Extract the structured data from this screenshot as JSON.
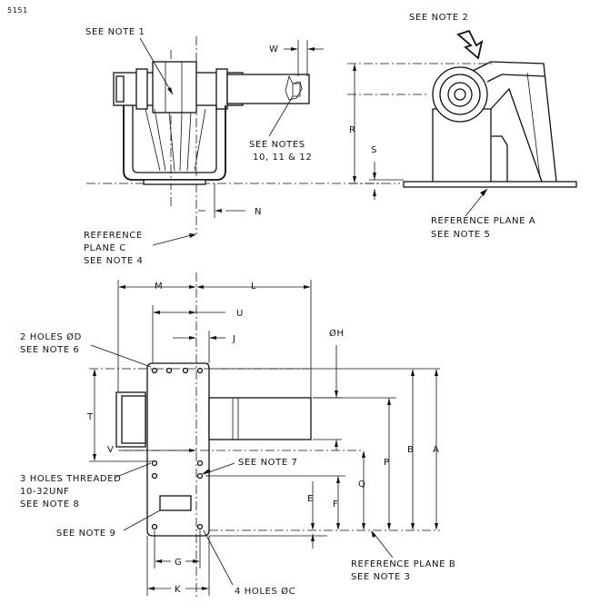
{
  "page_ref": "5151",
  "notes": {
    "see_note_1": "SEE NOTE 1",
    "see_note_2": "SEE NOTE 2",
    "see_notes_10_11_12_line1": "SEE NOTES",
    "see_notes_10_11_12_line2": "10, 11 & 12",
    "ref_plane_a_line1": "REFERENCE PLANE A",
    "ref_plane_a_line2": "SEE NOTE 5",
    "ref_plane_c_line1": "REFERENCE",
    "ref_plane_c_line2": "PLANE C",
    "ref_plane_c_line3": "SEE NOTE 4",
    "two_holes_line1": "2 HOLES ØD",
    "two_holes_line2": "SEE NOTE 6",
    "three_holes_line1": "3 HOLES THREADED",
    "three_holes_line2": "10-32UNF",
    "three_holes_line3": "SEE NOTE 8",
    "see_note_7": "SEE NOTE 7",
    "see_note_9": "SEE NOTE 9",
    "ref_plane_b_line1": "REFERENCE PLANE B",
    "ref_plane_b_line2": "SEE NOTE 3",
    "four_holes": "4 HOLES ØC"
  },
  "dims": {
    "W": "W",
    "R": "R",
    "S": "S",
    "N": "N",
    "M": "M",
    "L": "L",
    "U": "U",
    "J": "J",
    "H": "ØH",
    "T": "T",
    "V": "V",
    "A": "A",
    "B": "B",
    "P": "P",
    "Q": "Q",
    "E": "E",
    "F": "F",
    "G": "G",
    "K": "K"
  }
}
